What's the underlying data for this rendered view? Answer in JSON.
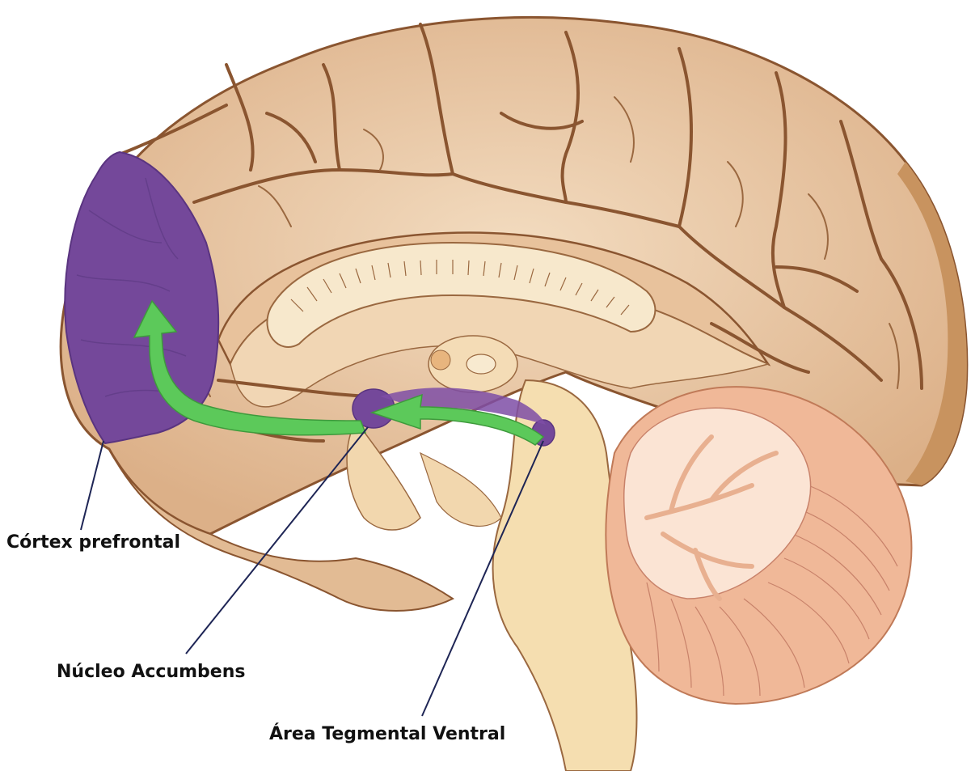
{
  "labels": {
    "prefrontal_cortex": "Córtex prefrontal",
    "nucleus_accumbens": "Núcleo Accumbens",
    "ventral_tegmental_area": "Área Tegmental Ventral"
  },
  "colors": {
    "cortex_fill": "#e8c4a0",
    "cortex_light": "#f0d5b8",
    "sulcus": "#8a5530",
    "inner_fill": "#f2d9b8",
    "corpus_callosum": "#f7e8cc",
    "brainstem": "#f5deb0",
    "cerebellum": "#f0b898",
    "cerebellum_folia": "#fbe4d4",
    "highlight_region": "#74489a",
    "pathway_arrow": "#5cc95a",
    "leader_line": "#1e2555"
  },
  "icons": [
    "brain-sagittal-illustration",
    "dopamine-pathway-arrow"
  ]
}
